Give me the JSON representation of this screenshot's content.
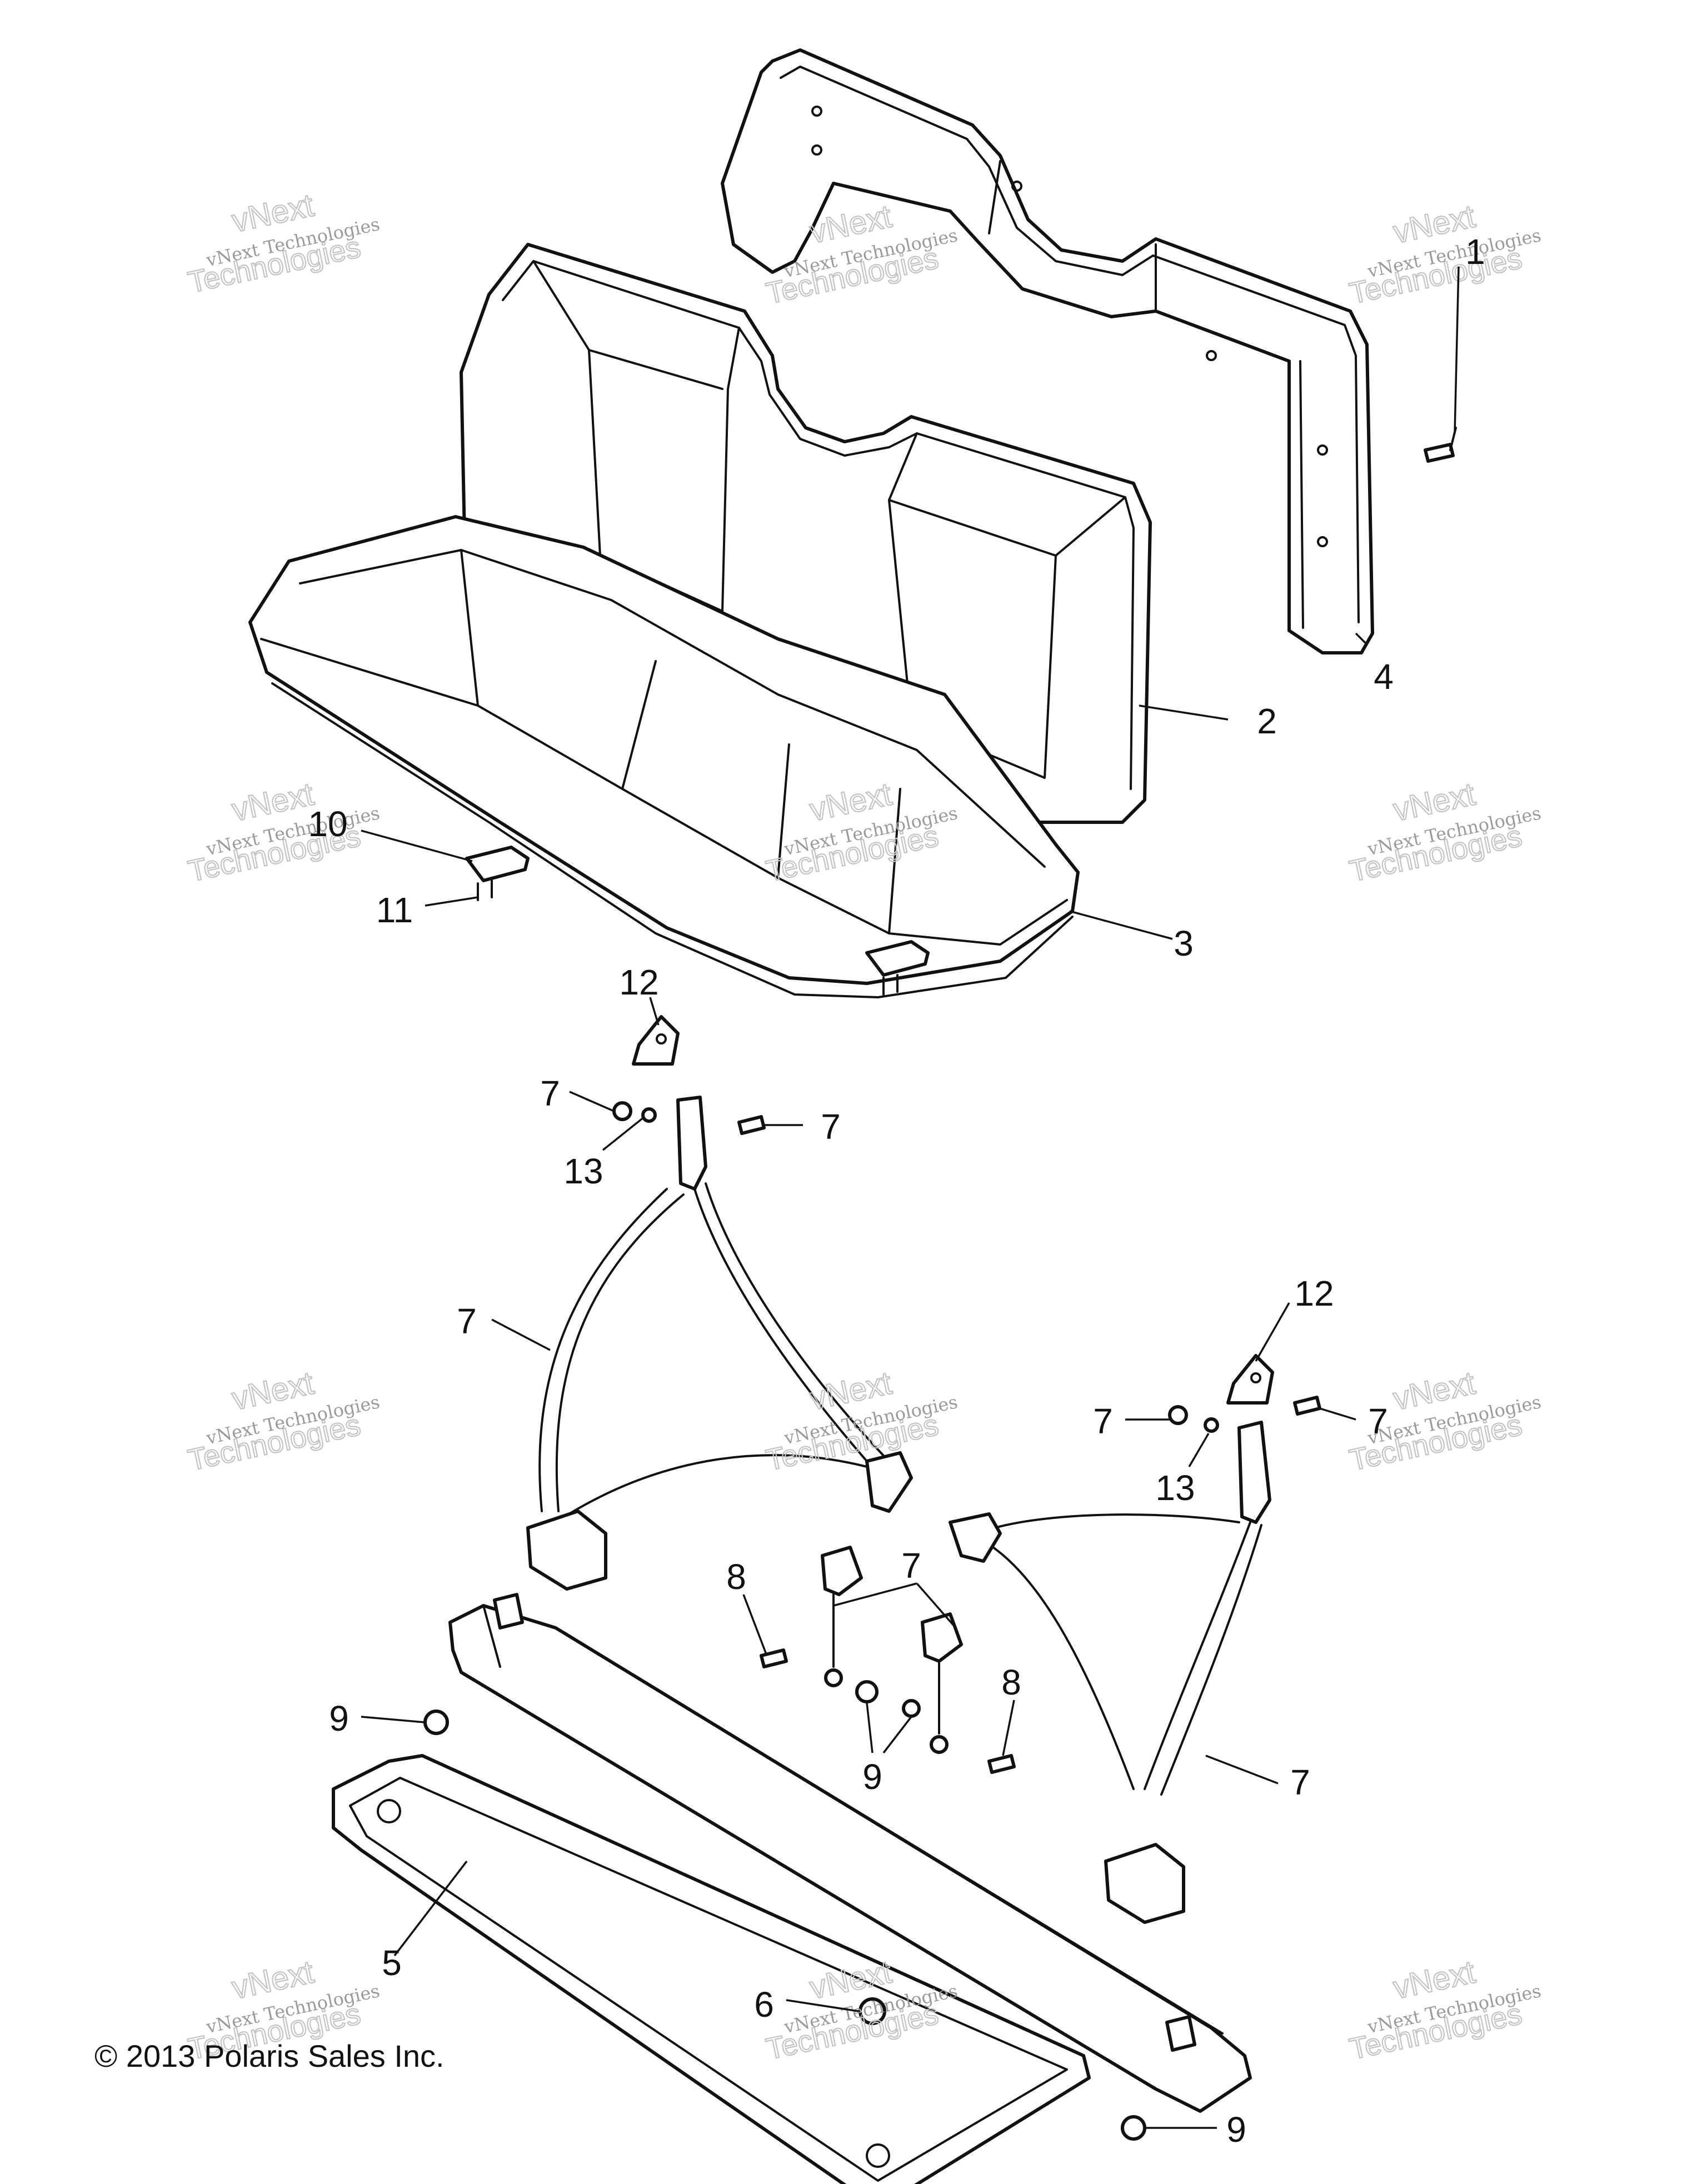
{
  "copyright": "© 2013 Polaris Sales Inc.",
  "watermark": {
    "line1": "vNext Technologies",
    "line2": "vNext",
    "line3": "Technologies"
  },
  "callouts": {
    "c1": "1",
    "c2": "2",
    "c3": "3",
    "c4": "4",
    "c5": "5",
    "c6": "6",
    "c7a": "7",
    "c7b": "7",
    "c7c": "7",
    "c7d": "7",
    "c7e": "7",
    "c7f": "7",
    "c7g": "7",
    "c8a": "8",
    "c8b": "8",
    "c9a": "9",
    "c9b": "9",
    "c9c": "9",
    "c10": "10",
    "c11": "11",
    "c12a": "12",
    "c12b": "12",
    "c13a": "13",
    "c13b": "13"
  }
}
